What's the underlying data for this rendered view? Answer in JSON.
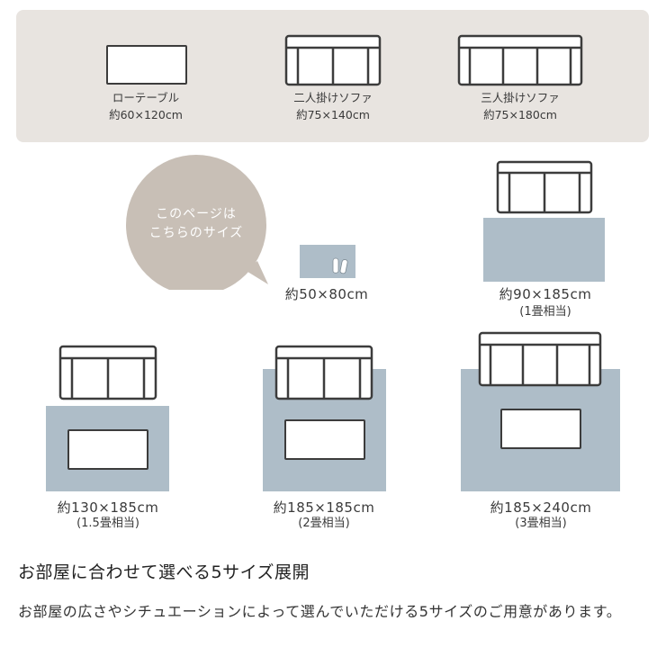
{
  "furniture_reference": {
    "items": [
      {
        "name": "ローテーブル",
        "size": "約60×120cm",
        "icon": "low-table-icon"
      },
      {
        "name": "二人掛けソファ",
        "size": "約75×140cm",
        "icon": "two-seat-sofa-icon"
      },
      {
        "name": "三人掛けソファ",
        "size": "約75×180cm",
        "icon": "three-seat-sofa-icon"
      }
    ],
    "panel_color": "#e8e4e0"
  },
  "callout": {
    "line1": "このページは",
    "line2": "こちらのサイズ",
    "color": "#c8bfb6"
  },
  "sizes": [
    {
      "size": "約50×80cm",
      "tatami": "",
      "icon": "slippers-icon"
    },
    {
      "size": "約90×185cm",
      "tatami": "(1畳相当)"
    },
    {
      "size": "約130×185cm",
      "tatami": "(1.5畳相当)"
    },
    {
      "size": "約185×185cm",
      "tatami": "(2畳相当)"
    },
    {
      "size": "約185×240cm",
      "tatami": "(3畳相当)"
    }
  ],
  "colors": {
    "rug": "#aebdc8",
    "outline": "#3c3c3c"
  },
  "description": {
    "heading": "お部屋に合わせて選べる5サイズ展開",
    "body": "お部屋の広さやシチュエーションによって選んでいただける5サイズのご用意があります。"
  }
}
